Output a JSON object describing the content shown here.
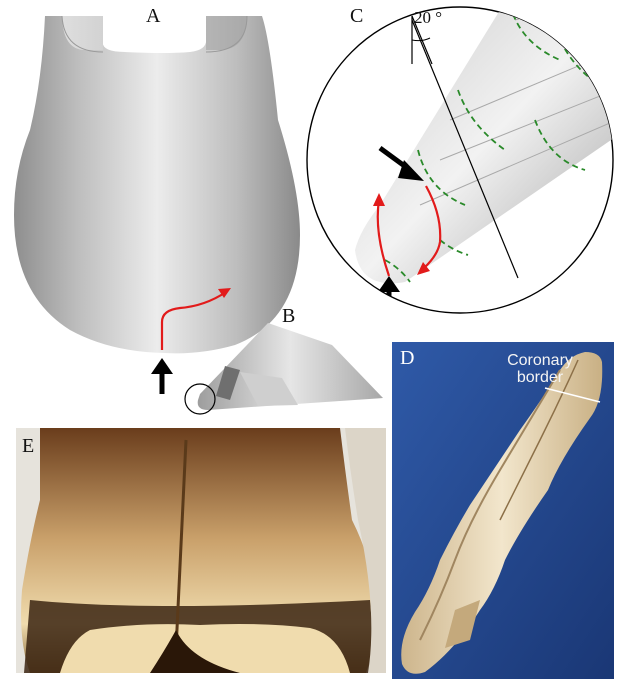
{
  "panels": {
    "a": "A",
    "b": "B",
    "c": "C",
    "d": "D",
    "e": "E"
  },
  "angle_label": "20 °",
  "annotation": {
    "line1": "Coronary",
    "line2": "border"
  },
  "colors": {
    "shell_light": "#e8e8e8",
    "shell_mid": "#b5b5b5",
    "shell_dark": "#8c8c8c",
    "crack_line": "#e21b1b",
    "tubule_dash": "#2a8a2a",
    "arrow": "#000000",
    "photo_d_background": "#234a8f",
    "photo_d_specimen": "#e6d6b8",
    "photo_e_hoof": "#c9a06a"
  },
  "icons": [
    "arrow-up-icon",
    "arrow-down-right-icon"
  ]
}
